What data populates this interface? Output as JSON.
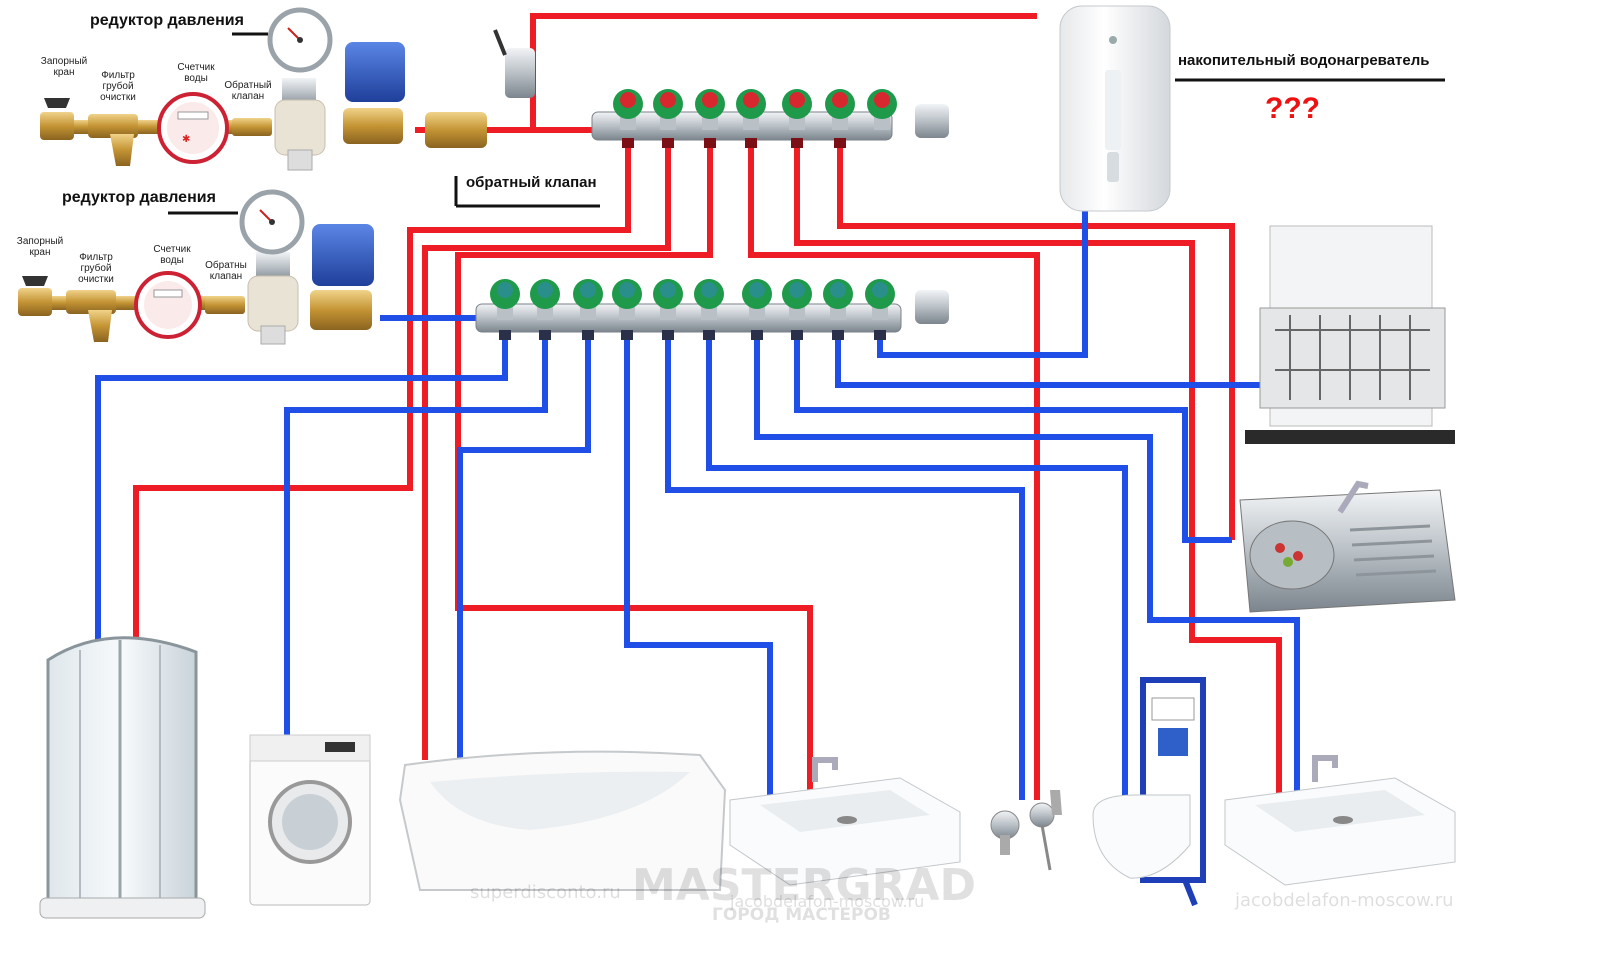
{
  "labels": {
    "reducer_top": "редуктор давления",
    "reducer_bottom": "редуктор давления",
    "check_valve": "обратный клапан",
    "water_heater": "накопительный водонагреватель",
    "question": "???"
  },
  "assembly_top": {
    "shutoff": "Запорный\nкран",
    "filter": "Фильтр\nгрубой\nочистки",
    "meter": "Счетчик\nводы",
    "check": "Обратный\nклапан"
  },
  "assembly_bottom": {
    "shutoff": "Запорный\nкран",
    "filter": "Фильтр\nгрубой\nочистки",
    "meter": "Счетчик\nводы",
    "check": "Обратны\nклапан"
  },
  "watermarks": {
    "brand": "MASTERGRAD",
    "brand_sub": "ГОРОД МАСТЕРОВ",
    "site1": "superdisconto.ru",
    "site2": "jacobdelafon-moscow.ru",
    "site3": "jacobdelafon-moscow.ru"
  },
  "colors": {
    "hot": "#ee1c24",
    "cold": "#1f4fe6",
    "brass": "#c9a04a",
    "valve_green": "#1e9a4a",
    "valve_red": "#d8282f",
    "actuator_blue": "#2f5fc9"
  },
  "icons": {
    "shower": "shower-cabin-icon",
    "washer": "washing-machine-icon",
    "bath": "bathtub-icon",
    "sink": "washbasin-icon",
    "bidet": "hygienic-shower-icon",
    "toilet": "wall-hung-toilet-icon",
    "dishwasher": "dishwasher-icon",
    "kitchen_sink": "kitchen-sink-icon",
    "heater": "water-heater-icon"
  }
}
